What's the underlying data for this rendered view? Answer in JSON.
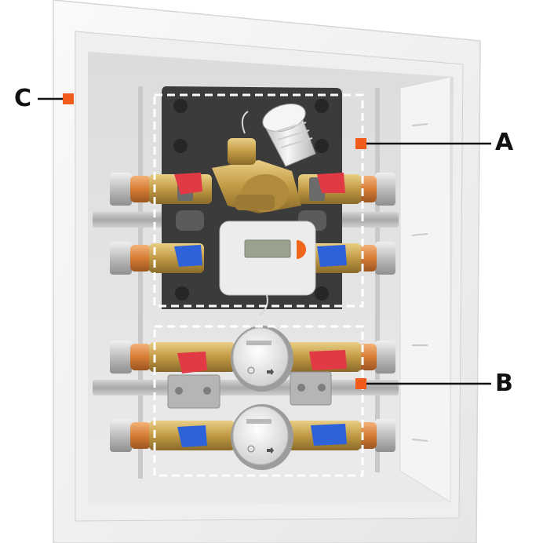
{
  "figure": {
    "callouts": [
      {
        "id": "A",
        "label": "A"
      },
      {
        "id": "B",
        "label": "B"
      },
      {
        "id": "C",
        "label": "C"
      }
    ]
  },
  "colors": {
    "marker": "#f05a1a",
    "frame_outer": "#f3f3f3",
    "cabinet_interior": "#e4e4e4",
    "backplate": "#3a3a3a",
    "brass": "#c7a04a",
    "copper_fitting": "#d9833c",
    "valve_red": "#e63946",
    "valve_blue": "#2f5fd6",
    "meter_body": "#e9e9e9",
    "rail": "#b8b8b8",
    "dashed_box": "#ffffff"
  },
  "icons": {
    "heat_meter": "heat-meter-icon",
    "water_meter": "water-meter-icon",
    "thermal_actuator": "thermal-actuator-icon",
    "ball_valve": "ball-valve-icon"
  }
}
